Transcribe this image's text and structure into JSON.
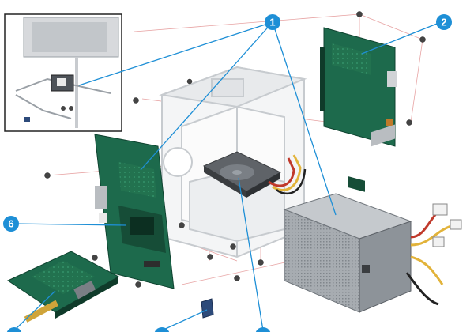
{
  "colors": {
    "callout": "#1e8fd6",
    "leader": "#1e8fd6",
    "guide": "#e7a2a2",
    "board_green": "#1d6a4c",
    "psu_gray": "#9aa0a6"
  },
  "callouts": [
    {
      "id": "c1",
      "label": "1",
      "part": "screw"
    },
    {
      "id": "c2",
      "label": "2",
      "part": "expansion-board"
    },
    {
      "id": "c6",
      "label": "6",
      "part": "formatter-board"
    },
    {
      "id": "c3",
      "label": "",
      "part": "add-in-card"
    },
    {
      "id": "c4",
      "label": "",
      "part": "small-module"
    },
    {
      "id": "c5",
      "label": "",
      "part": "hard-disk"
    }
  ]
}
